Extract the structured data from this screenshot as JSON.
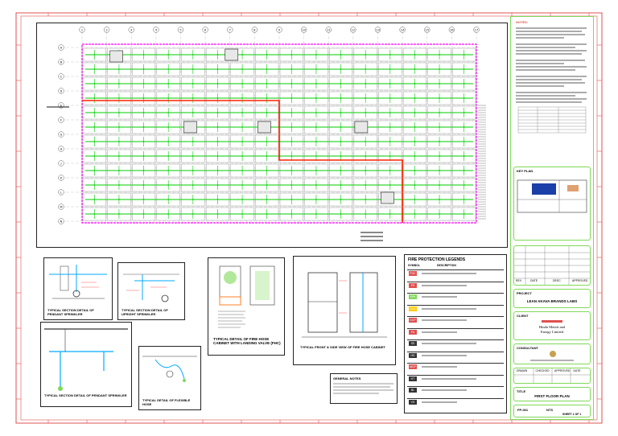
{
  "notes": {
    "heading": "NOTES:",
    "items": 12
  },
  "key_plan_label": "KEY PLAN",
  "title_block": {
    "rev_headers": [
      "REV",
      "DATE",
      "DESC",
      "APPROVED"
    ],
    "project_label": "PROJECT",
    "project_name": "LEAN AKAVA BRANDS LABS",
    "client_label": "CLIENT",
    "client_name": "Hindu Metals and Energy Limited",
    "consultant_label": "CONSULTANT",
    "title_label": "TITLE",
    "drawing_title": "FIRST FLOOR PLAN",
    "sheet_cells": [
      "DRAWN",
      "CHECKED",
      "APPROVED",
      "DATE"
    ],
    "drawing_no": "FP-001",
    "scale": "NTS",
    "sheet": "SHEET 1 OF 1"
  },
  "legend": {
    "title": "FIRE PROTECTION LEGENDS",
    "col_symbol": "SYMBOL",
    "col_desc": "DESCRIPTION",
    "symbols": [
      "FHC",
      "FE",
      "SPK",
      "CO2",
      "DCP",
      "FA",
      "SD",
      "HD",
      "MCP",
      "HT",
      "BL",
      "VS"
    ]
  },
  "details": {
    "d1_caption": "TYPICAL SECTION DETAIL OF PENDANT SPRINKLER",
    "d2_caption": "TYPICAL SECTION DETAIL OF UPRIGHT SPRINKLER",
    "d3_caption": "TYPICAL DETAIL OF FIRE HOSE CABINET WITH LANDING VALVE (FHC)",
    "d4_caption": "TYPICAL FRONT & SIDE VIEW OF FIRE HOSE CABINET",
    "d5_caption": "TYPICAL SECTION DETAIL OF PENDANT SPRINKLER",
    "d6_caption": "TYPICAL DETAIL OF FLEXIBLE HOSE",
    "general_notes": "GENERAL NOTES"
  },
  "grid": {
    "cols": [
      "1",
      "2",
      "3",
      "4",
      "5",
      "6",
      "7",
      "8",
      "9",
      "10",
      "11",
      "12",
      "13",
      "14",
      "15",
      "16",
      "17"
    ],
    "rows": [
      "A",
      "B",
      "C",
      "D",
      "E",
      "F",
      "G",
      "H",
      "J",
      "K",
      "L",
      "M",
      "N"
    ]
  },
  "colors": {
    "sprinkler": "#00cc00",
    "boundary": "#ff00ff",
    "main_pipe": "#ff2200",
    "title_block": "#7ed957",
    "sheet_border": "#e05050"
  }
}
